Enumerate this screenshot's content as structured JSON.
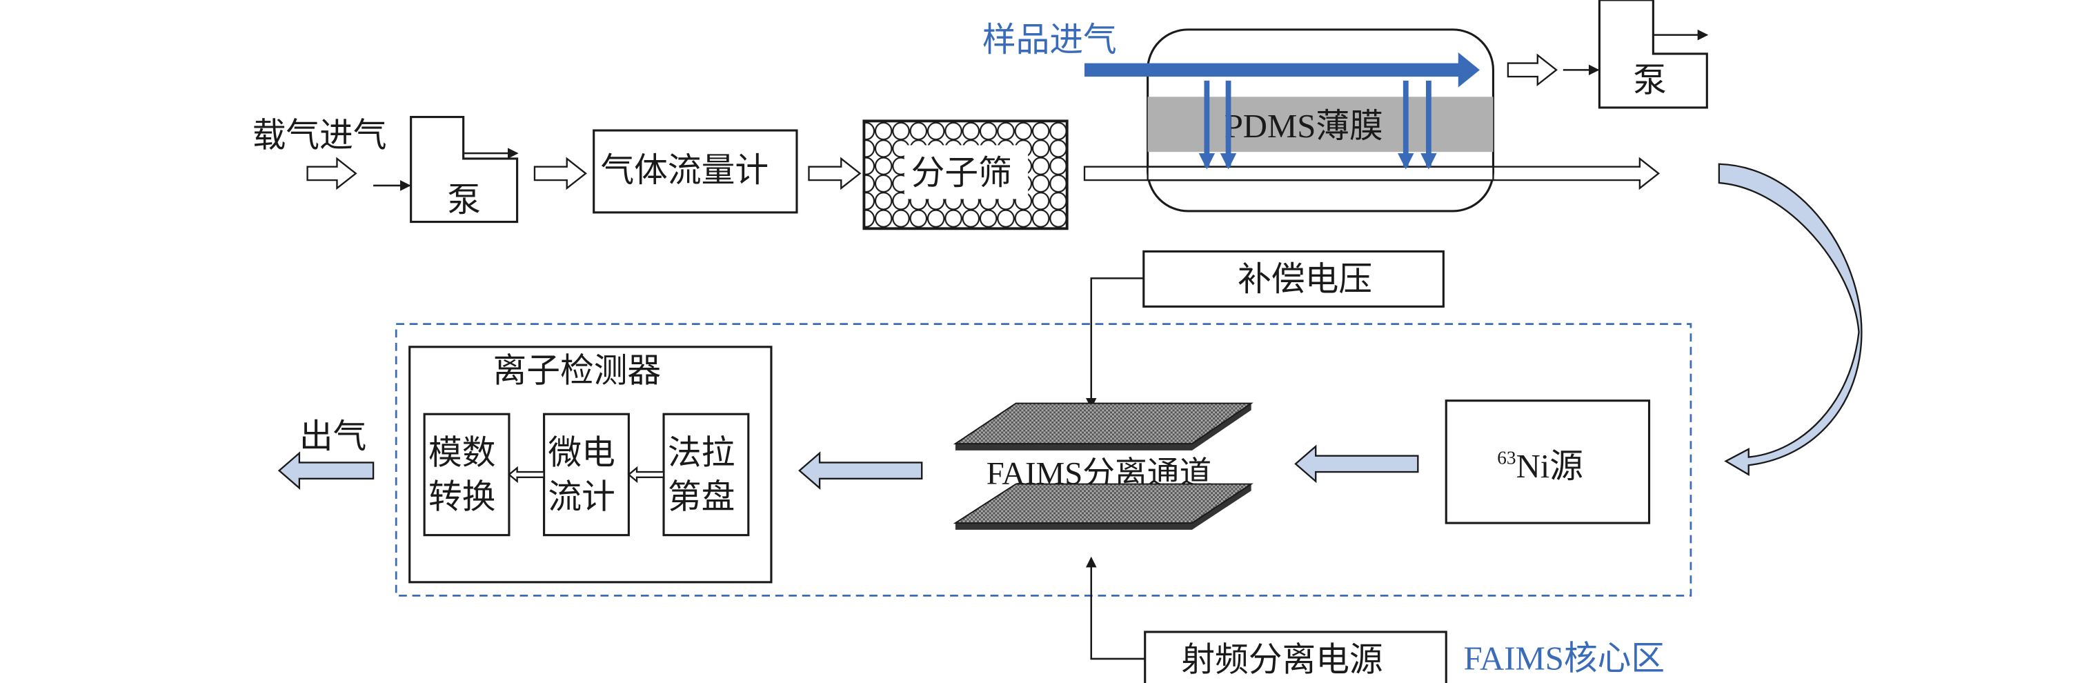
{
  "title": "FAIMS system schematic",
  "colors": {
    "accent_blue": "#3a6bb8",
    "light_blue_arrow": "#c5d3ea",
    "membrane_grey": "#b0b0b0",
    "plate_grey": "#8a8a8a",
    "dashed_border": "#3a6bb8"
  },
  "inlet": {
    "carrier_label": "载气进气",
    "sample_label": "样品进气"
  },
  "pump1": {
    "label": "泵"
  },
  "pump2": {
    "label": "泵"
  },
  "flow_meter": {
    "label": "气体流量计"
  },
  "molecular_sieve": {
    "label": "分子筛"
  },
  "membrane": {
    "label": "PDMS薄膜"
  },
  "compensation_voltage": {
    "label": "补偿电压"
  },
  "rf_power": {
    "label": "射频分离电源"
  },
  "faims_channel": {
    "label": "FAIMS分离通道"
  },
  "ni_source": {
    "sup": "63",
    "label": "Ni源"
  },
  "ion_detector": {
    "title": "离子检测器",
    "blocks": [
      {
        "line1": "模数",
        "line2": "转换"
      },
      {
        "line1": "微电",
        "line2": "流计"
      },
      {
        "line1": "法拉",
        "line2": "第盘"
      }
    ]
  },
  "outlet": {
    "label": "出气"
  },
  "core_zone": {
    "label": "FAIMS核心区"
  }
}
